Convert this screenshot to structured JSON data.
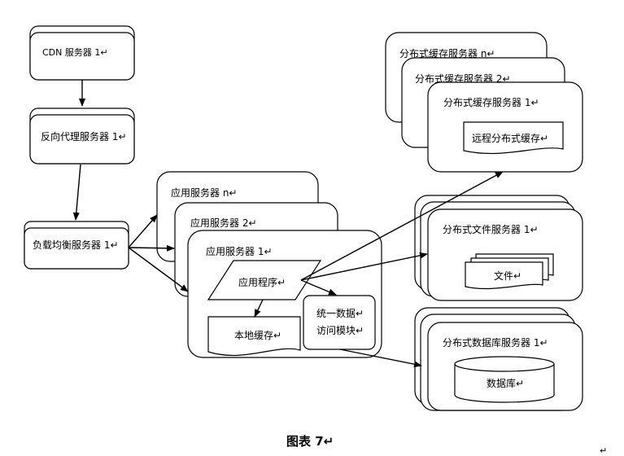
{
  "nodes": {
    "cdn_server": "CDN 服务器 1↵",
    "reverse_proxy": "反向代理服务器 1↵",
    "load_balancer": "负载均衡服务器 1↵",
    "app_server_n": "应用服务器 n↵",
    "app_server_2": "应用服务器 2↵",
    "app_server_1": "应用服务器 1↵",
    "app_program": "应用程序↵",
    "local_cache": "本地缓存↵",
    "data_access_line1": "统一数据↵",
    "data_access_line2": "访问模块↵",
    "cache_server_n": "分布式缓存服务器 n↵",
    "cache_server_2": "分布式缓存服务器 2↵",
    "cache_server_1": "分布式缓存服务器 1↵",
    "remote_cache": "远程分布式缓存↵",
    "file_server_1": "分布式文件服务器 1↵",
    "file": "文件↵",
    "db_server_1": "分布式数据库服务器 1↵",
    "database": "数据库↵"
  },
  "caption": "图表  7↵",
  "corner_mark": "↵"
}
